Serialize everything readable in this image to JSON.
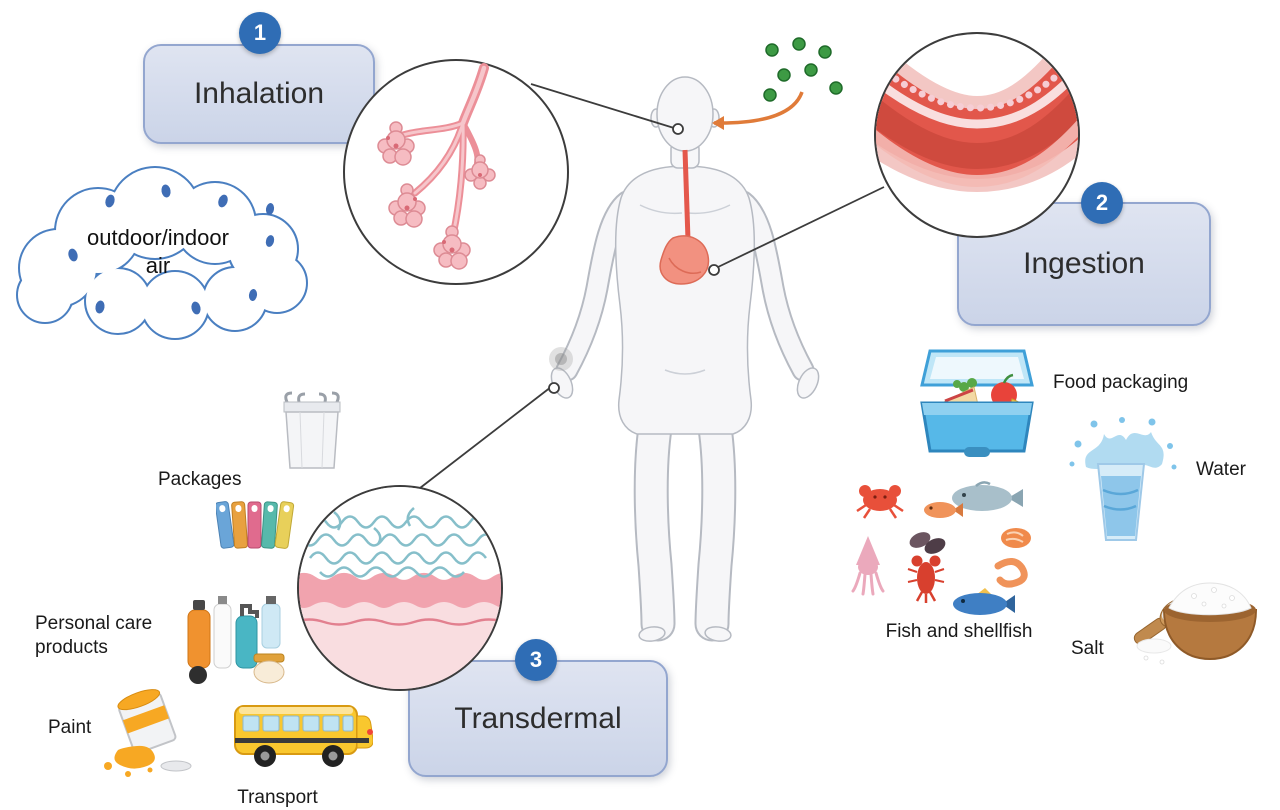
{
  "diagram": {
    "type": "exposure-routes-diagram",
    "routes": [
      {
        "number": "1",
        "label": "Inhalation"
      },
      {
        "number": "2",
        "label": "Ingestion"
      },
      {
        "number": "3",
        "label": "Transdermal"
      }
    ],
    "cloud": {
      "label": "outdoor/indoor\nair"
    },
    "sources": {
      "packages": "Packages",
      "personal_care": "Personal care\nproducts",
      "paint": "Paint",
      "transport": "Transport",
      "food_packaging": "Food packaging",
      "water": "Water",
      "fish": "Fish and shellfish",
      "salt": "Salt"
    },
    "colors": {
      "number_circle_blue": "#2f6db5",
      "box_fill": "#d5dcec",
      "box_border": "#93a6cf",
      "cloud_outline": "#4a7fc1",
      "cloud_dot_blue": "#3f6db5",
      "particle_green": "#3d9a44",
      "arrow_orange": "#e07b39",
      "connector_line": "#3c3c3c",
      "tissue_red": "#e2574b",
      "tissue_pink": "#f2a3ae"
    }
  }
}
